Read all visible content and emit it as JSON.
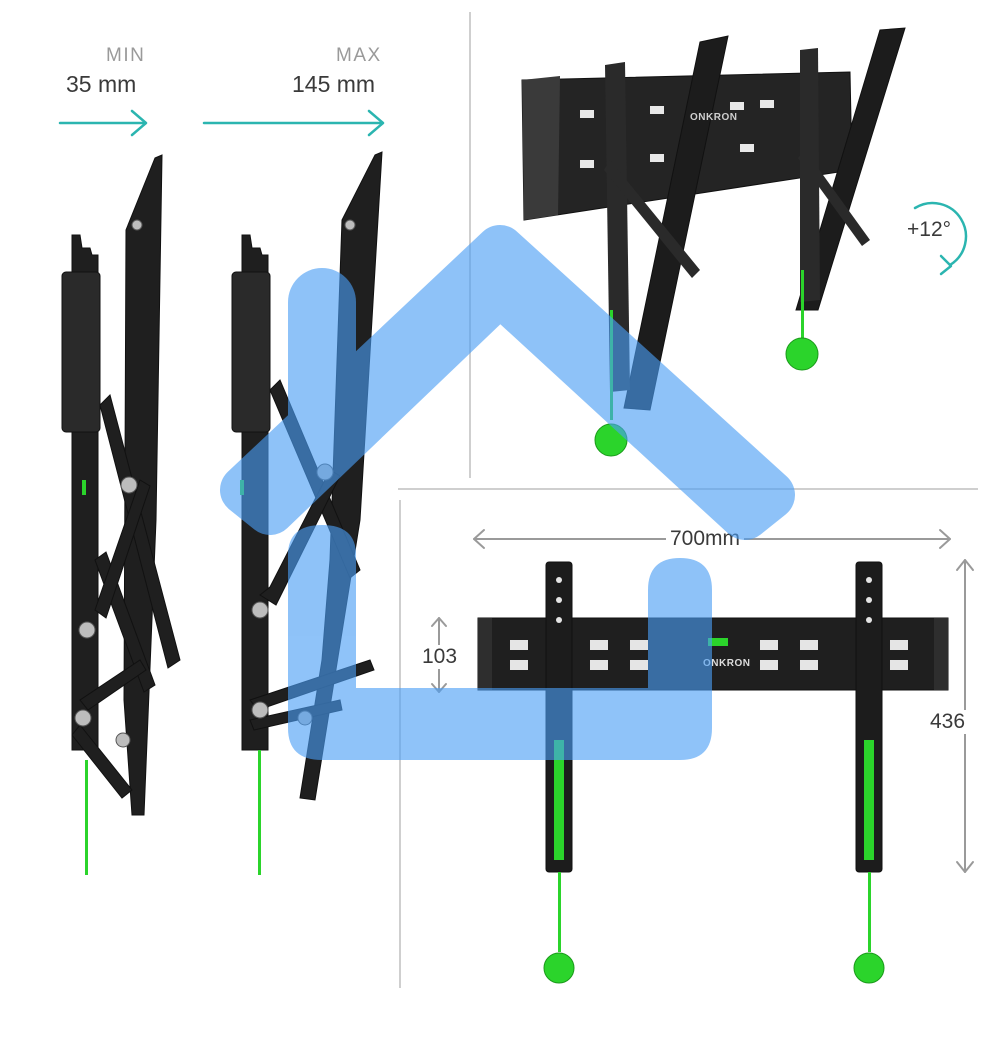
{
  "side_view": {
    "min_label": "MIN",
    "min_value": "35 mm",
    "max_label": "MAX",
    "max_value": "145 mm"
  },
  "tilt": {
    "label": "+12°"
  },
  "front_view": {
    "width_label": "700mm",
    "rail_height_label": "103",
    "total_height_label": "436",
    "brand": "ONKRON"
  },
  "colors": {
    "accent_teal": "#2bb5b0",
    "level_green": "#2bd42b",
    "overlay_blue": "#4a9ef5",
    "metal": "#1f1f1f",
    "divider": "#cfcfcf"
  },
  "overlay_icon": "home-icon"
}
